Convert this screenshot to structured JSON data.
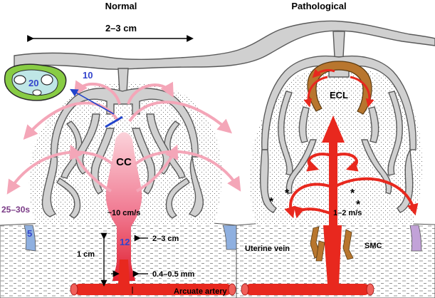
{
  "titles": {
    "normal": "Normal",
    "pathological": "Pathological"
  },
  "labels": {
    "width_span": "2–3 cm",
    "cc": "CC",
    "ecl": "ECL",
    "speed_normal": "~10 cm/s",
    "speed_path": "1–2 m/s",
    "uterine_vein": "Uterine vein",
    "smc": "SMC",
    "depth": "1 cm",
    "artery_width": "2–3 cm",
    "artery_narrow": "0.4–0.5 mm",
    "arcuate": "Arcuate artery",
    "time": "25–30s",
    "villus_num": "20",
    "pointer_num": "10",
    "vein_num_left": "5",
    "artery_num": "12",
    "star": "*"
  },
  "colors": {
    "tree_fill": "#d0d0d0",
    "tree_stroke": "#5a5a5a",
    "pink": "#f4a6b8",
    "red": "#e8281e",
    "artery_grad_top": "#f8c8d0",
    "artery_grad_bottom": "#e8283a",
    "brown": "#b8762e",
    "blue_vein": "#8fb0e0",
    "purple_vein": "#c2a2d8",
    "villus_green": "#88cc44",
    "villus_teal": "#bfe6e6",
    "pointer_blue": "#2244cc"
  }
}
